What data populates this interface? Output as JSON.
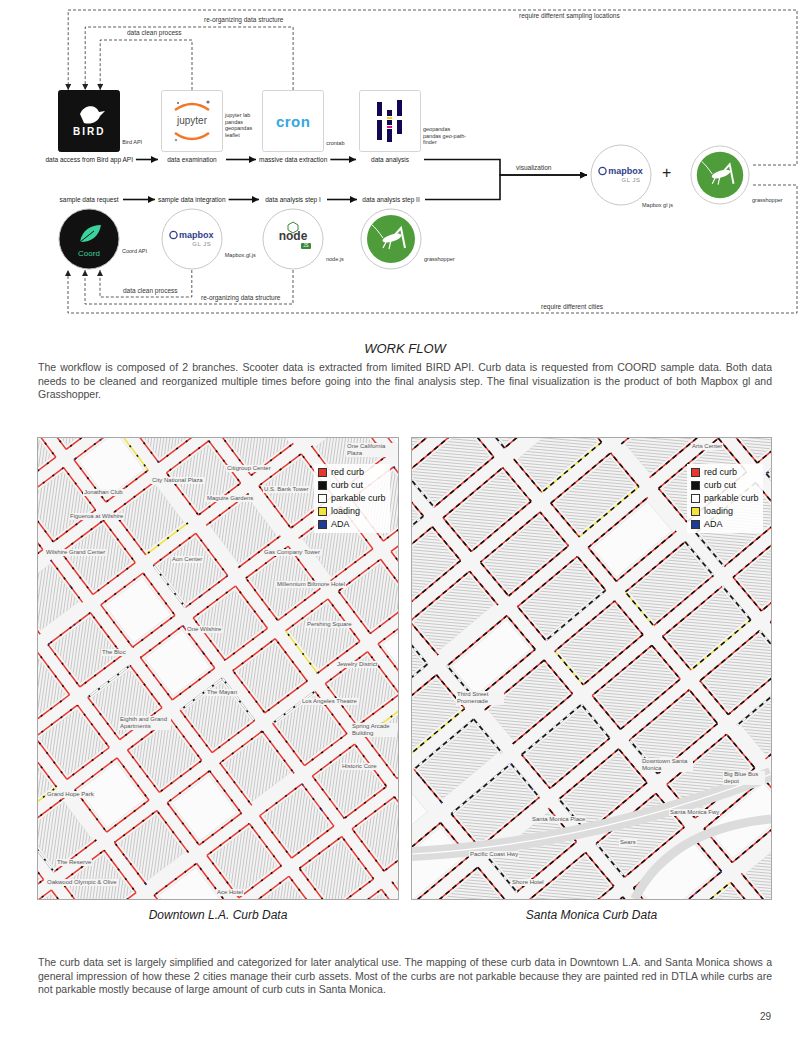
{
  "diagram": {
    "nodes": [
      {
        "text": [
          "BIRD",
          "Bird API",
          "data access from Bird app API"
        ]
      },
      {
        "text": [
          "jupyter",
          "jupyter lab pandas geopandas leaflet",
          "data examination"
        ]
      },
      {
        "text": [
          "cron",
          "crontab",
          "massive data extraction"
        ]
      },
      {
        "text": [
          "geopandas pandas geo-path-finder",
          "data analysis"
        ]
      },
      {
        "text": [
          "mapbox",
          "GL JS",
          "Mapbox gl js"
        ]
      },
      {
        "text": [
          "grasshopper"
        ]
      },
      {
        "text": [
          "sample data request",
          "Coord",
          "Coord API"
        ]
      },
      {
        "text": [
          "sample data integration",
          "mapbox",
          "GL JS",
          "Mapbox.gl.js"
        ]
      },
      {
        "text": [
          "data analysis step I",
          "node",
          "JS",
          "node.js"
        ]
      },
      {
        "text": [
          "data analysis step II",
          "grasshopper"
        ]
      }
    ],
    "edges": [
      {
        "from": 0,
        "to": 1,
        "arrow": "to"
      },
      {
        "from": 1,
        "to": 2,
        "arrow": "to"
      },
      {
        "from": 2,
        "to": 3,
        "arrow": "to"
      },
      {
        "from": 6,
        "to": 7,
        "arrow": "to"
      },
      {
        "from": 7,
        "to": 8,
        "arrow": "to"
      },
      {
        "from": 8,
        "to": 9,
        "arrow": "to"
      },
      {
        "from": 3,
        "to": 4,
        "label": "visualization",
        "arrow": "to"
      },
      {
        "from": 9,
        "to": 4,
        "arrow": "to"
      },
      {
        "from": 1,
        "to": 0,
        "label": "data clean process",
        "arrow": "to"
      },
      {
        "from": 2,
        "to": 0,
        "label": "re-organizing data structure",
        "arrow": "to"
      },
      {
        "from": 5,
        "to": 0,
        "label": "require different sampling locations",
        "arrow": "to"
      },
      {
        "from": 7,
        "to": 6,
        "label": "data clean process",
        "arrow": "to"
      },
      {
        "from": 8,
        "to": 6,
        "label": "re-organizing data structure",
        "arrow": "to"
      },
      {
        "from": 5,
        "to": 6,
        "label": "require different cities",
        "arrow": "to"
      }
    ],
    "labels": [
      "+",
      "WORK FLOW",
      "The workflow is composed of 2 branches. Scooter data is extracted from limited BIRD API. Curb data is requested from COORD sample data. Both data needs to be cleaned and reorganized multiple times before going into the final analysis step. The final visualization is the product of both Mapbox gl and Grasshopper.",
      "Downtown L.A. Curb Data",
      "Santa Monica Curb Data",
      "The curb data set is largely simplified and categorized for later analytical use. The mapping of these curb data in Downtown L.A. and Santa Monica shows a general impression of how these 2 cities manage their curb assets. Most of the curbs are not parkable because they are painted red in DTLA while curbs are not parkable mostly because of large amount of curb cuts in Santa Monica.",
      "29",
      "One California Plaza",
      "City National Plaza",
      "Citigroup Center",
      "Maguire Gardens",
      "U.S. Bank Tower",
      "Jonathan Club",
      "Figueroa at Wilshire",
      "Wilshire Grand Center",
      "Aon Center",
      "Gas Company Tower",
      "Millennium Biltmore Hotel",
      "One Wilshire",
      "Pershing Square",
      "The Bloc",
      "Jewelry District",
      "The Mayan",
      "Los Angeles Theatre",
      "Eighth and Grand Apartments",
      "Spring Arcade Building",
      "Historic Core",
      "Grand Hope Park",
      "The Reserve",
      "Oakwood Olympic & Olive",
      "Ace Hotel",
      "Arts Center",
      "Third Street Promenade",
      "Downtown Santa Monica",
      "Big Blue Bus depot",
      "Santa Monica Fwy",
      "Santa Monica Place",
      "Sears",
      "Pacific Coast Hwy",
      "Shore Hotel"
    ],
    "legend": [
      {
        "text": "red curb",
        "color": "#e8362e"
      },
      {
        "text": "curb cut",
        "color": "#111111"
      },
      {
        "text": "parkable curb",
        "color": "#ffffff"
      },
      {
        "text": "loading",
        "color": "#f2e33a"
      },
      {
        "text": "ADA",
        "color": "#1e3c96"
      },
      {
        "text": "red curb",
        "color": "#e8362e"
      },
      {
        "text": "curb cut",
        "color": "#111111"
      },
      {
        "text": "parkable curb",
        "color": "#ffffff"
      },
      {
        "text": "loading",
        "color": "#f2e33a"
      },
      {
        "text": "ADA",
        "color": "#1e3c96"
      }
    ]
  }
}
